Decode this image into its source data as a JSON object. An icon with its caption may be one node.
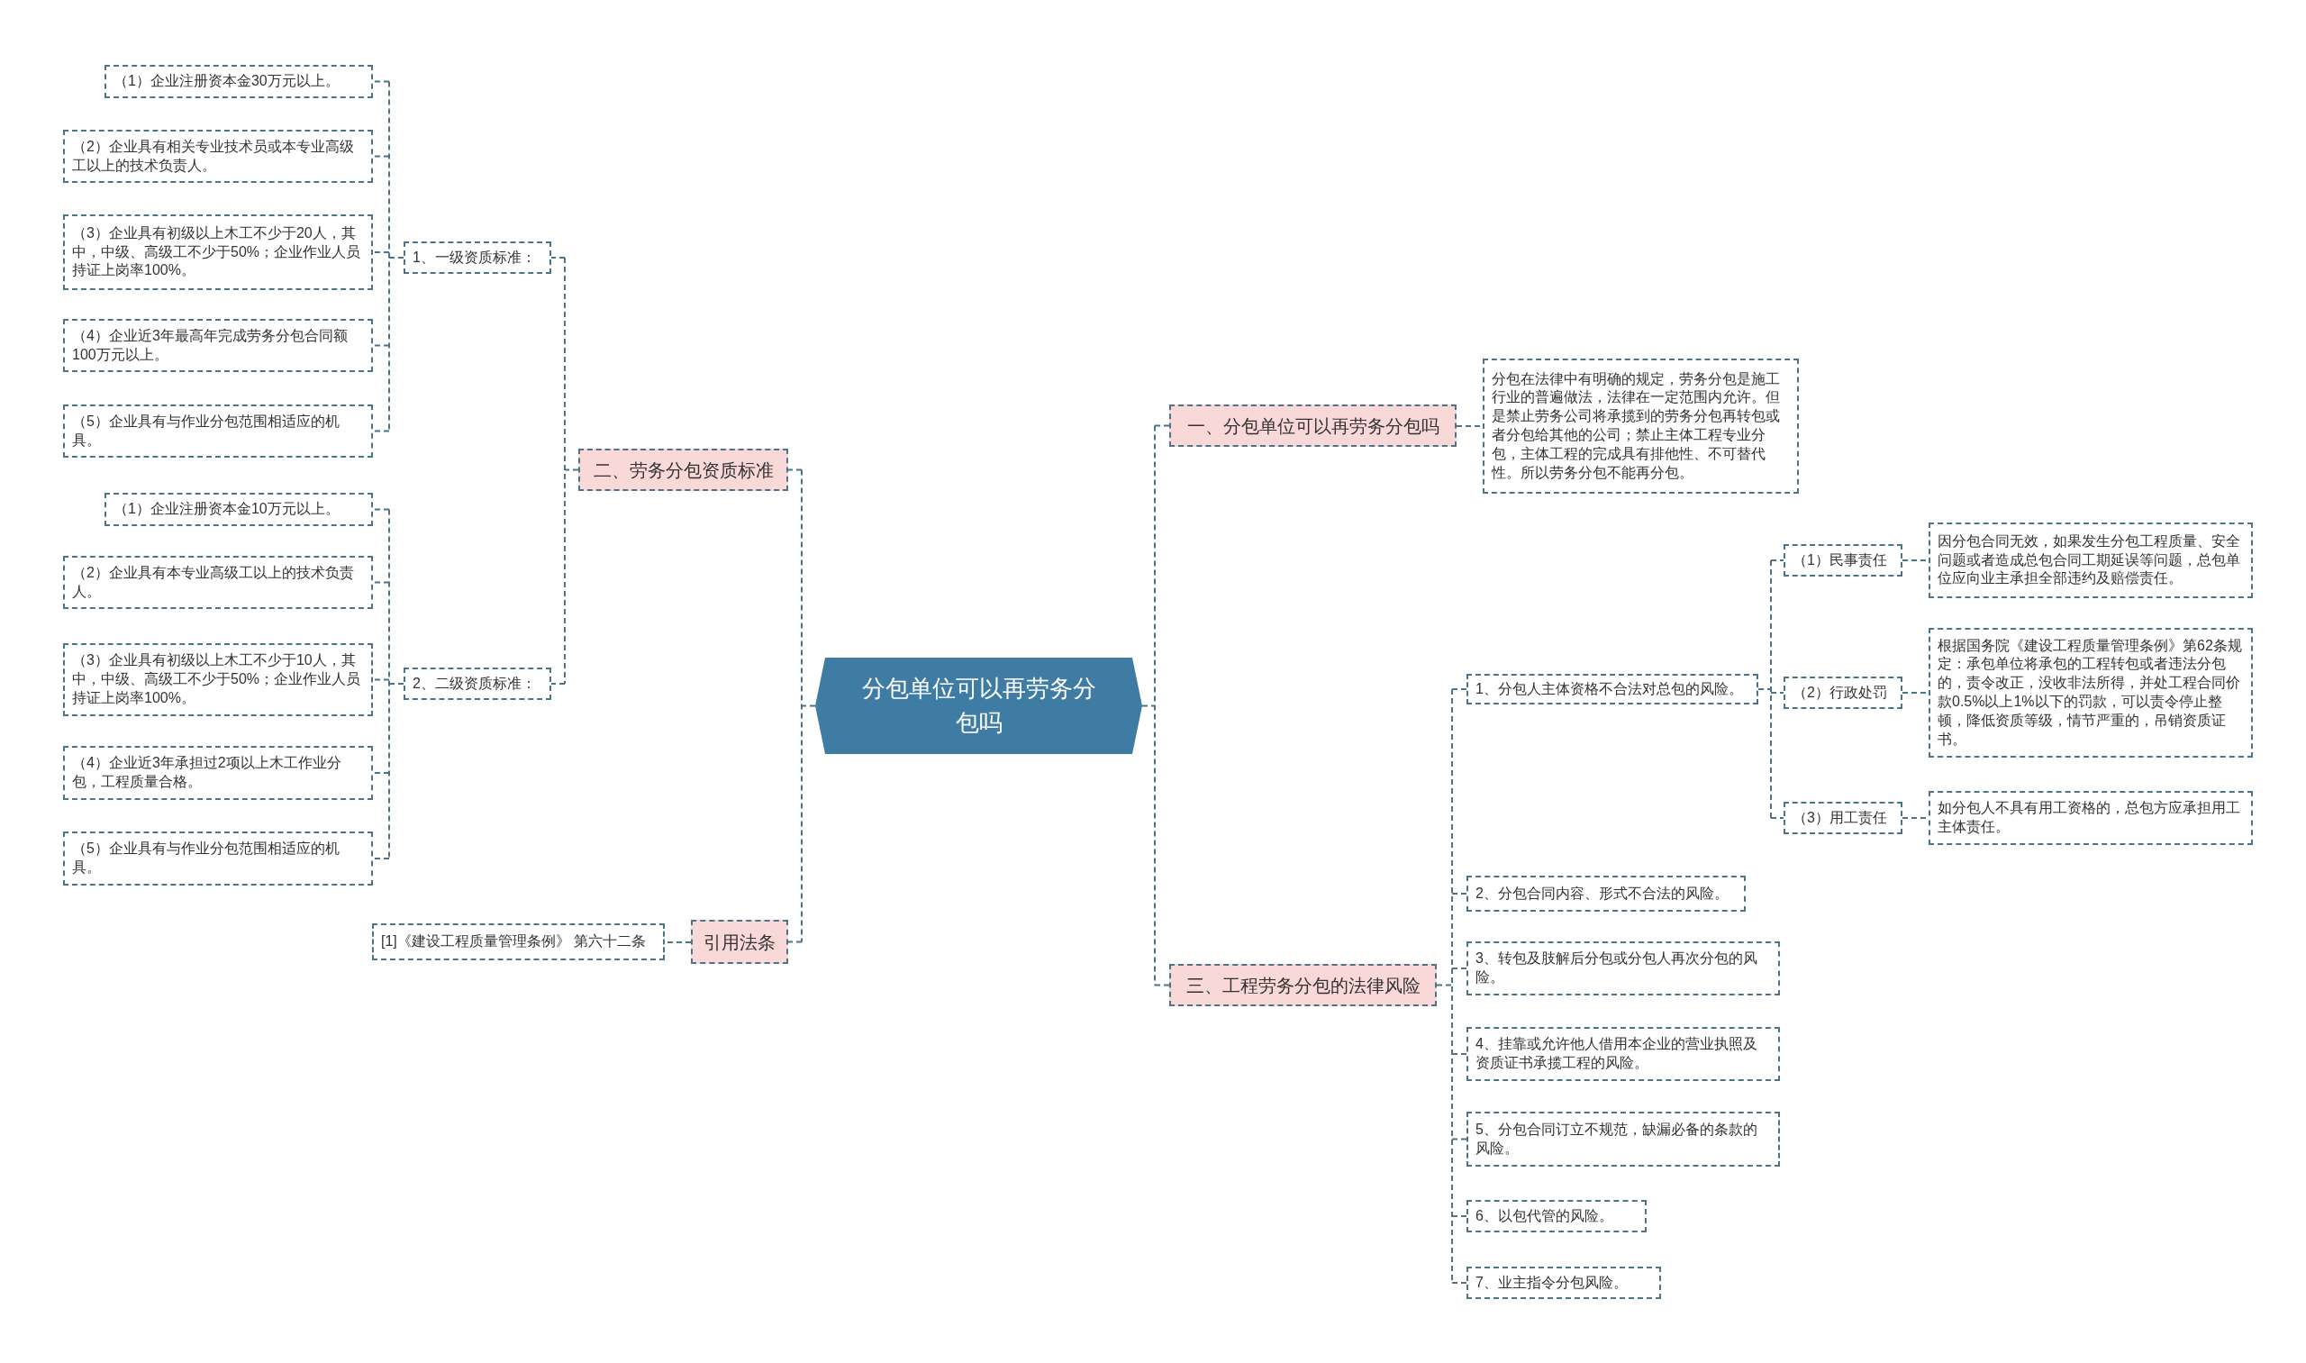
{
  "diagram": {
    "nodes": [
      {
        "text": [
          "分包单位可以再劳务分包吗"
        ]
      },
      {
        "text": [
          "二、劳务分包资质标准"
        ]
      },
      {
        "text": [
          "1、一级资质标准："
        ]
      },
      {
        "text": [
          "（1）企业注册资本金30万元以上。"
        ]
      },
      {
        "text": [
          "（2）企业具有相关专业技术员或本专业高级工以上的技术负责人。"
        ]
      },
      {
        "text": [
          "（3）企业具有初级以上木工不少于20人，其中，中级、高级工不少于50%；企业作业人员持证上岗率100%。"
        ]
      },
      {
        "text": [
          "（4）企业近3年最高年完成劳务分包合同额100万元以上。"
        ]
      },
      {
        "text": [
          "（5）企业具有与作业分包范围相适应的机具。"
        ]
      },
      {
        "text": [
          "2、二级资质标准："
        ]
      },
      {
        "text": [
          "（1）企业注册资本金10万元以上。"
        ]
      },
      {
        "text": [
          "（2）企业具有本专业高级工以上的技术负责人。"
        ]
      },
      {
        "text": [
          "（3）企业具有初级以上木工不少于10人，其中，中级、高级工不少于50%；企业作业人员持证上岗率100%。"
        ]
      },
      {
        "text": [
          "（4）企业近3年承担过2项以上木工作业分包，工程质量合格。"
        ]
      },
      {
        "text": [
          "（5）企业具有与作业分包范围相适应的机具。"
        ]
      },
      {
        "text": [
          "引用法条"
        ]
      },
      {
        "text": [
          "[1]《建设工程质量管理条例》 第六十二条"
        ]
      },
      {
        "text": [
          "一、分包单位可以再劳务分包吗"
        ]
      },
      {
        "text": [
          "分包在法律中有明确的规定，劳务分包是施工行业的普遍做法，法律在一定范围内允许。但是禁止劳务公司将承揽到的劳务分包再转包或者分包给其他的公司；禁止主体工程专业分包，主体工程的完成具有排他性、不可替代性。所以劳务分包不能再分包。"
        ]
      },
      {
        "text": [
          "三、工程劳务分包的法律风险"
        ]
      },
      {
        "text": [
          "1、分包人主体资格不合法对总包的风险。"
        ]
      },
      {
        "text": [
          "（1）民事责任"
        ]
      },
      {
        "text": [
          "因分包合同无效，如果发生分包工程质量、安全问题或者造成总包合同工期延误等问题，总包单位应向业主承担全部违约及赔偿责任。"
        ]
      },
      {
        "text": [
          "（2）行政处罚"
        ]
      },
      {
        "text": [
          "根据国务院《建设工程质量管理条例》第62条规定：承包单位将承包的工程转包或者违法分包的，责令改正，没收非法所得，并处工程合同价款0.5%以上1%以下的罚款，可以责令停止整顿，降低资质等级，情节严重的，吊销资质证书。"
        ]
      },
      {
        "text": [
          "（3）用工责任"
        ]
      },
      {
        "text": [
          "如分包人不具有用工资格的，总包方应承担用工主体责任。"
        ]
      },
      {
        "text": [
          "2、分包合同内容、形式不合法的风险。"
        ]
      },
      {
        "text": [
          "3、转包及肢解后分包或分包人再次分包的风险。"
        ]
      },
      {
        "text": [
          "4、挂靠或允许他人借用本企业的营业执照及资质证书承揽工程的风险。"
        ]
      },
      {
        "text": [
          "5、分包合同订立不规范，缺漏必备的条款的风险。"
        ]
      },
      {
        "text": [
          "6、以包代管的风险。"
        ]
      },
      {
        "text": [
          "7、业主指令分包风险。"
        ]
      }
    ],
    "edges": [
      {
        "from": 0,
        "to": 1,
        "arrow": "none",
        "style": "dashed"
      },
      {
        "from": 1,
        "to": 2,
        "arrow": "none",
        "style": "dashed"
      },
      {
        "from": 2,
        "to": 3,
        "arrow": "none",
        "style": "dashed"
      },
      {
        "from": 2,
        "to": 4,
        "arrow": "none",
        "style": "dashed"
      },
      {
        "from": 2,
        "to": 5,
        "arrow": "none",
        "style": "dashed"
      },
      {
        "from": 2,
        "to": 6,
        "arrow": "none",
        "style": "dashed"
      },
      {
        "from": 2,
        "to": 7,
        "arrow": "none",
        "style": "dashed"
      },
      {
        "from": 1,
        "to": 8,
        "arrow": "none",
        "style": "dashed"
      },
      {
        "from": 8,
        "to": 9,
        "arrow": "none",
        "style": "dashed"
      },
      {
        "from": 8,
        "to": 10,
        "arrow": "none",
        "style": "dashed"
      },
      {
        "from": 8,
        "to": 11,
        "arrow": "none",
        "style": "dashed"
      },
      {
        "from": 8,
        "to": 12,
        "arrow": "none",
        "style": "dashed"
      },
      {
        "from": 8,
        "to": 13,
        "arrow": "none",
        "style": "dashed"
      },
      {
        "from": 0,
        "to": 14,
        "arrow": "none",
        "style": "dashed"
      },
      {
        "from": 14,
        "to": 15,
        "arrow": "none",
        "style": "dashed"
      },
      {
        "from": 0,
        "to": 16,
        "arrow": "none",
        "style": "dashed"
      },
      {
        "from": 16,
        "to": 17,
        "arrow": "none",
        "style": "dashed"
      },
      {
        "from": 0,
        "to": 18,
        "arrow": "none",
        "style": "dashed"
      },
      {
        "from": 18,
        "to": 19,
        "arrow": "none",
        "style": "dashed"
      },
      {
        "from": 19,
        "to": 20,
        "arrow": "none",
        "style": "dashed"
      },
      {
        "from": 20,
        "to": 21,
        "arrow": "none",
        "style": "dashed"
      },
      {
        "from": 19,
        "to": 22,
        "arrow": "none",
        "style": "dashed"
      },
      {
        "from": 22,
        "to": 23,
        "arrow": "none",
        "style": "dashed"
      },
      {
        "from": 19,
        "to": 24,
        "arrow": "none",
        "style": "dashed"
      },
      {
        "from": 24,
        "to": 25,
        "arrow": "none",
        "style": "dashed"
      },
      {
        "from": 18,
        "to": 26,
        "arrow": "none",
        "style": "dashed"
      },
      {
        "from": 18,
        "to": 27,
        "arrow": "none",
        "style": "dashed"
      },
      {
        "from": 18,
        "to": 28,
        "arrow": "none",
        "style": "dashed"
      },
      {
        "from": 18,
        "to": 29,
        "arrow": "none",
        "style": "dashed"
      },
      {
        "from": 18,
        "to": 30,
        "arrow": "none",
        "style": "dashed"
      },
      {
        "from": 18,
        "to": 31,
        "arrow": "none",
        "style": "dashed"
      }
    ]
  }
}
